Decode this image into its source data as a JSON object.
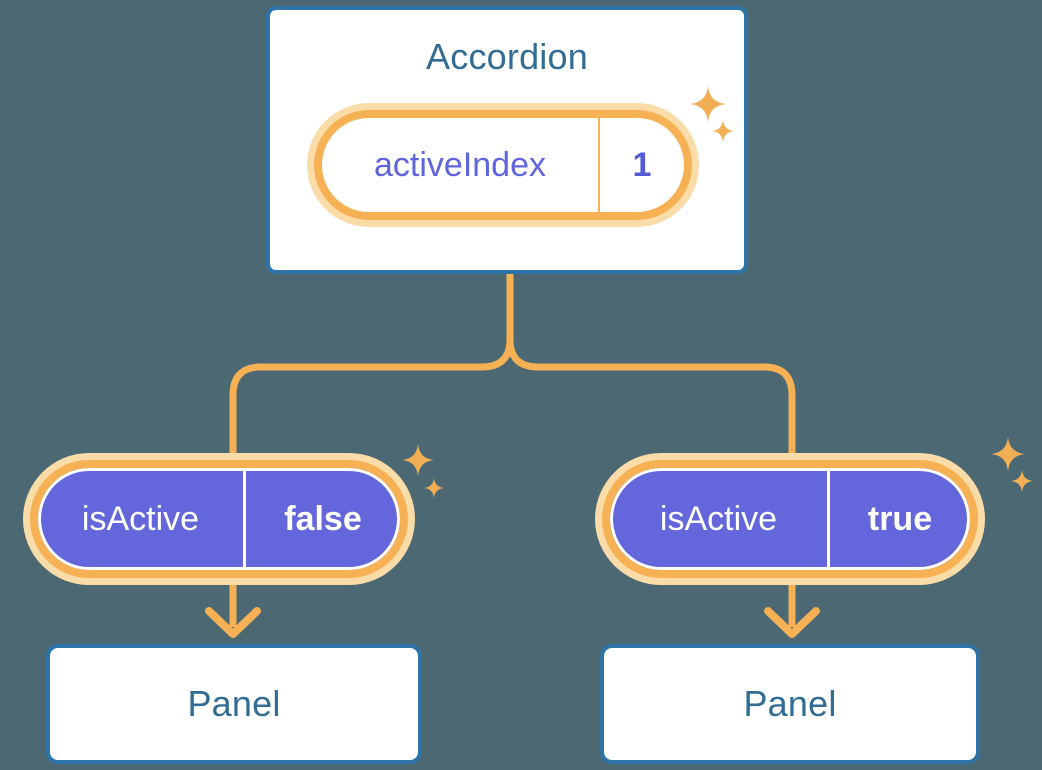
{
  "colors": {
    "background": "#4C6973",
    "panel_border": "#2E74A9",
    "heading_text": "#316D92",
    "pill_ring": "#F7B155",
    "pill_halo": "#FADCA8",
    "pill_purple": "#6467DB",
    "state_text_purple": "#6065DD",
    "value_text_purple": "#5459D6",
    "connector": "#F7B155",
    "sparkle": "#F3AF55",
    "white_text": "#FFFFFF"
  },
  "accordion": {
    "title": "Accordion",
    "state_pill": {
      "label": "activeIndex",
      "value": "1"
    }
  },
  "children": [
    {
      "prop_pill": {
        "label": "isActive",
        "value": "false"
      },
      "panel": {
        "title": "Panel"
      }
    },
    {
      "prop_pill": {
        "label": "isActive",
        "value": "true"
      },
      "panel": {
        "title": "Panel"
      }
    }
  ],
  "icons": {
    "sparkle": "✦"
  }
}
